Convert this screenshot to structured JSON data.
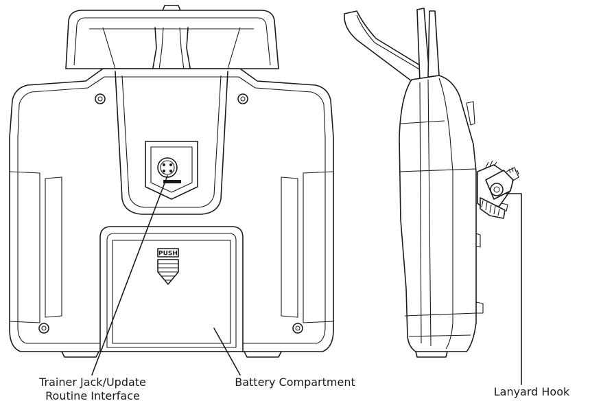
{
  "labels": {
    "trainer_line1": "Trainer Jack/Update",
    "trainer_line2": "Routine Interface",
    "battery": "Battery Compartment",
    "lanyard": "Lanyard Hook"
  },
  "device_markings": {
    "push": "PUSH"
  },
  "colors": {
    "line": "#1a1a1a",
    "background": "#ffffff"
  }
}
